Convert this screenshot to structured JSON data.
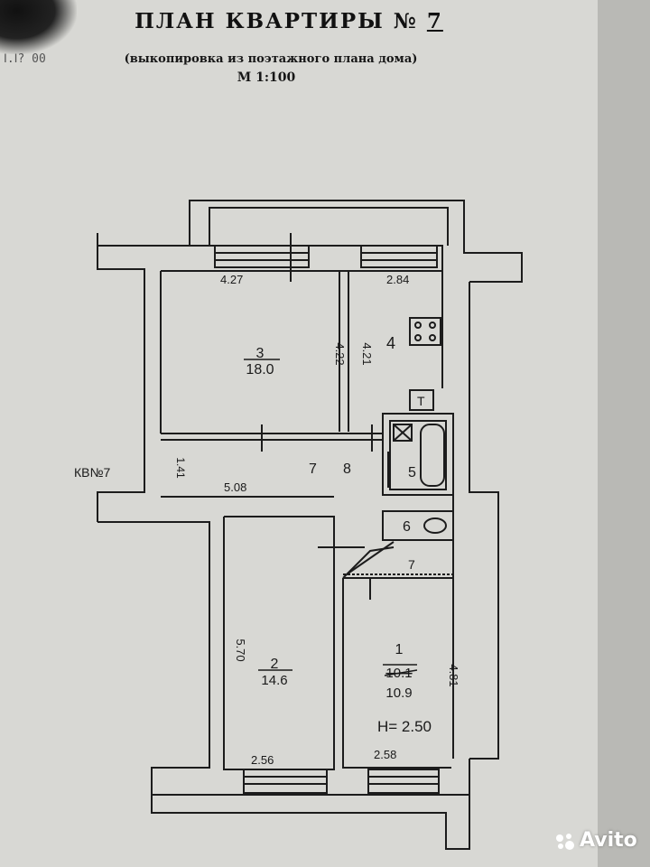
{
  "header": {
    "title": "ПЛАН КВАРТИРЫ №",
    "number": "7",
    "subtitle": "(выкопировка из поэтажного плана дома)",
    "scale": "М 1:100",
    "stamp": "Ⅰ.Ⅰ?  00"
  },
  "plan": {
    "room_1": {
      "number": "1",
      "area_crossed": "10.1",
      "area": "10.9"
    },
    "room_2": {
      "number": "2",
      "area": "14.6"
    },
    "room_3": {
      "number": "3",
      "area": "18.0"
    },
    "room_4": {
      "number": "4"
    },
    "room_5": {
      "number": "5"
    },
    "room_6": {
      "number": "6"
    },
    "room_7": {
      "number": "7"
    },
    "room_7b": {
      "number": "7"
    },
    "room_8": {
      "number": "8"
    },
    "apartment_label": "КВ№7",
    "ceiling_height": "Н= 2.50",
    "dims": {
      "d_427": "4.27",
      "d_284": "2.84",
      "d_422": "4.22",
      "d_421": "4.21",
      "d_141": "1.41",
      "d_508": "5.08",
      "d_570": "5.70",
      "d_481": "4.81",
      "d_256": "2.56",
      "d_258": "2.58"
    },
    "fixture_t": "Т"
  },
  "watermark": {
    "text": "Avito"
  }
}
